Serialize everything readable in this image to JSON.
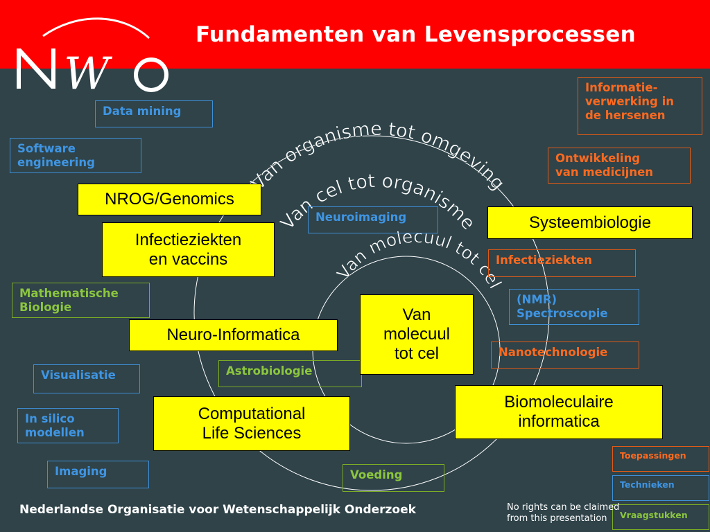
{
  "header": {
    "title": "Fundamenten van Levensprocessen",
    "logo_text": "NWO"
  },
  "rings": {
    "outer": "Van organisme tot omgeving",
    "middle": "Van cel tot organisme",
    "inner": "Van molecuul tot cel"
  },
  "blue_items": {
    "data_mining": "Data mining",
    "software_engineering": "Software\nengineering",
    "neuroimaging": "Neuroimaging",
    "nmr": "(NMR)\nSpectroscopie",
    "visualisatie": "Visualisatie",
    "in_silico": "In silico\nmodellen",
    "imaging": "Imaging"
  },
  "orange_items": {
    "informatieverwerking": "Informatie-\nverwerking in\nde hersenen",
    "ontwikkeling": "Ontwikkeling\nvan medicijnen",
    "infectieziekten": "Infectieziekten",
    "nanotechnologie": "Nanotechnologie"
  },
  "green_items": {
    "mathematische": "Mathematische\nBiologie",
    "astrobiologie": "Astrobiologie",
    "voeding": "Voeding"
  },
  "yellow_boxes": {
    "nrog": "NROG/Genomics",
    "infectie_vaccins": "Infectieziekten\nen vaccins",
    "systeembiologie": "Systeembiologie",
    "neuro_informatica": "Neuro-Informatica",
    "van_molecuul": "Van\nmolecuul\ntot cel",
    "computational": "Computational\nLife Sciences",
    "biomoleculaire": "Biomoleculaire\ninformatica"
  },
  "legend": {
    "toepassingen": "Toepassingen",
    "technieken": "Technieken",
    "vraagstukken": "Vraagstukken"
  },
  "footer": {
    "organisation": "Nederlandse Organisatie voor Wetenschappelijk Onderzoek",
    "rights": "No rights can be claimed\nfrom this presentation"
  },
  "colors": {
    "background": "#2f4349",
    "header": "#ff0000",
    "toepassingen": "#ff6a1f",
    "technieken": "#3f95e3",
    "vraagstukken": "#8cc63e",
    "highlight": "#ffff00"
  }
}
